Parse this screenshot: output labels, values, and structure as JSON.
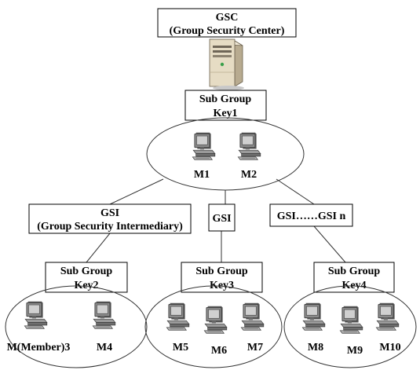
{
  "gsc": {
    "line1": "GSC",
    "line2": "(Group Security Center)"
  },
  "top_key": {
    "line1": "Sub Group",
    "line2": "Key1"
  },
  "top_members": {
    "m1": "M1",
    "m2": "M2"
  },
  "gsi_left": {
    "line1": "GSI",
    "line2": "(Group Security Intermediary)"
  },
  "gsi_mid": {
    "label": "GSI"
  },
  "gsi_right": {
    "label": "GSI……GSI n"
  },
  "key2": {
    "line1": "Sub Group",
    "line2": "Key2"
  },
  "key3": {
    "line1": "Sub Group",
    "line2": "Key3"
  },
  "key4": {
    "line1": "Sub Group",
    "line2": "Key4"
  },
  "group2_members": {
    "m3": "M(Member)3",
    "m4": "M4"
  },
  "group3_members": {
    "m5": "M5",
    "m6": "M6",
    "m7": "M7"
  },
  "group4_members": {
    "m8": "M8",
    "m9": "M9",
    "m10": "M10"
  },
  "icons": {
    "server": "server-icon",
    "computer": "computer-icon"
  },
  "colors": {
    "line": "#333333",
    "box_border": "#000000",
    "server_body": "#e8dcc4",
    "monitor": "#7a7a7a"
  }
}
